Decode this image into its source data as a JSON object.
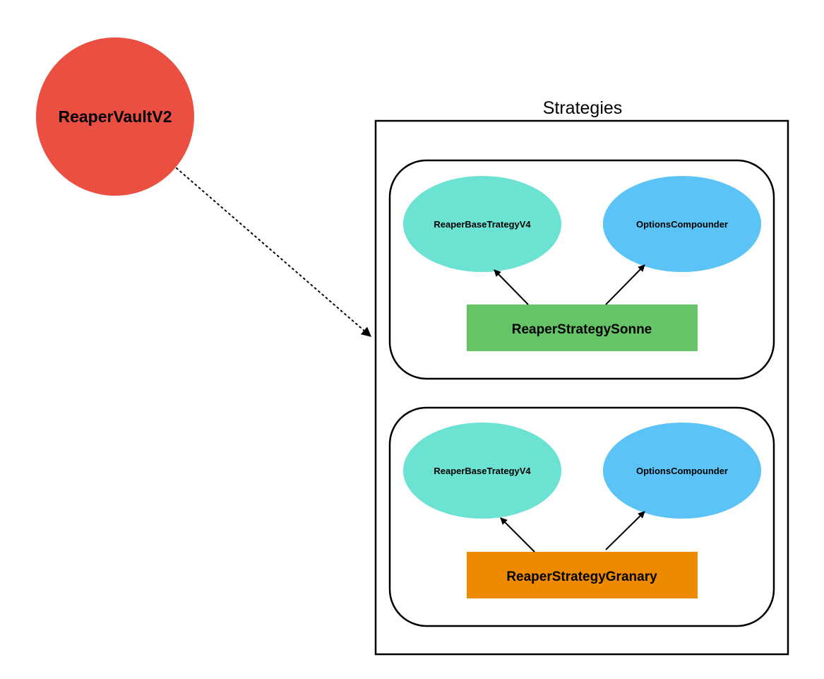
{
  "vault": {
    "label": "ReaperVaultV2",
    "color": "#ea4f41"
  },
  "container": {
    "title": "Strategies"
  },
  "colors": {
    "base_ellipse": "#6ce2d2",
    "compounder_ellipse": "#5bc3f5",
    "sonne_box": "#64c466",
    "granary_box": "#ee8a00",
    "stroke": "#000000"
  },
  "groups": [
    {
      "base": "ReaperBaseTrategyV4",
      "compounder": "OptionsCompounder",
      "strategy": "ReaperStrategySonne"
    },
    {
      "base": "ReaperBaseTrategyV4",
      "compounder": "OptionsCompounder",
      "strategy": "ReaperStrategyGranary"
    }
  ]
}
